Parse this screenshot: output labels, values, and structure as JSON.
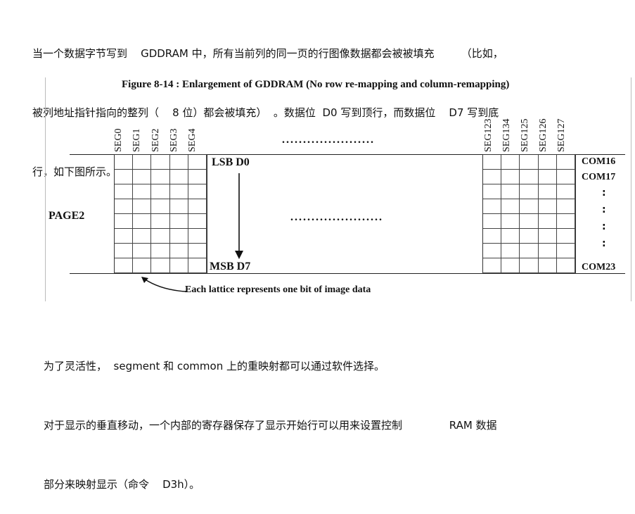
{
  "intro_lines": [
    "当一个数据字节写到    GDDRAM 中，所有当前列的同一页的行图像数据都会被被填充        （比如，",
    "被列地址指针指向的整列（    8 位）都会被填充）  。数据位  D0 写到顶行，而数据位    D7 写到底",
    "行，如下图所示。"
  ],
  "figure": {
    "title": "Figure 8-14 : Enlargement of GDDRAM (No row re-mapping and column-remapping)",
    "left_segs": [
      "SEG0",
      "SEG1",
      "SEG2",
      "SEG3",
      "SEG4"
    ],
    "right_segs": [
      "SEG123",
      "SEG134",
      "SEG125",
      "SEG126",
      "SEG127"
    ],
    "dots": "......................",
    "page_label": "PAGE2",
    "lsb_label": "LSB D0",
    "msb_label": "MSB D7",
    "com_top": "COM16",
    "com_second": "COM17",
    "com_bottom": "COM23",
    "vdots": ":",
    "caption": "Each lattice represents one bit of image data"
  },
  "outro_lines": [
    "为了灵活性，  segment 和 common 上的重映射都可以通过软件选择。",
    "对于显示的垂直移动，一个内部的寄存器保存了显示开始行可以用来设置控制              RAM 数据",
    "部分来映射显示（命令    D3h）。"
  ]
}
